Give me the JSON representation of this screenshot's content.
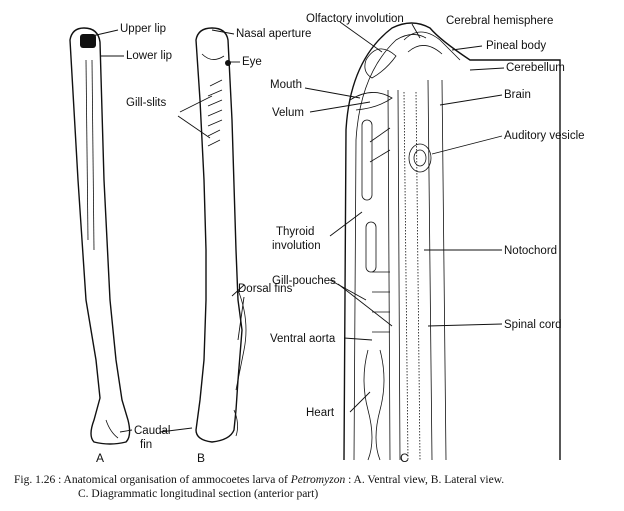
{
  "labels": {
    "upper_lip": "Upper lip",
    "lower_lip": "Lower lip",
    "gill_slits": "Gill-slits",
    "nasal_aperture": "Nasal aperture",
    "eye": "Eye",
    "dorsal_fins": "Dorsal fins",
    "caudal": "Caudal",
    "fin": "fin",
    "olfactory_involution": "Olfactory involution",
    "cerebral_hemisphere": "Cerebral hemisphere",
    "pineal_body": "Pineal body",
    "cerebellum": "Cerebellum",
    "brain": "Brain",
    "mouth": "Mouth",
    "velum": "Velum",
    "auditory_vesicle": "Auditory vesicle",
    "thyroid": "Thyroid",
    "involution": "involution",
    "notochord": "Notochord",
    "gill_pouches": "Gill-pouches",
    "spinal_cord": "Spinal cord",
    "ventral_aorta": "Ventral aorta",
    "heart": "Heart"
  },
  "panels": {
    "a": "A",
    "b": "B",
    "c": "C"
  },
  "caption": {
    "prefix": "Fig. 1.26 : Anatomical organisation of ammocoetes larva of",
    "genus": "Petromyzon",
    "rest": ": A. Ventral view, B. Lateral view.",
    "line2": "C. Diagrammatic longitudinal section (anterior part)"
  }
}
